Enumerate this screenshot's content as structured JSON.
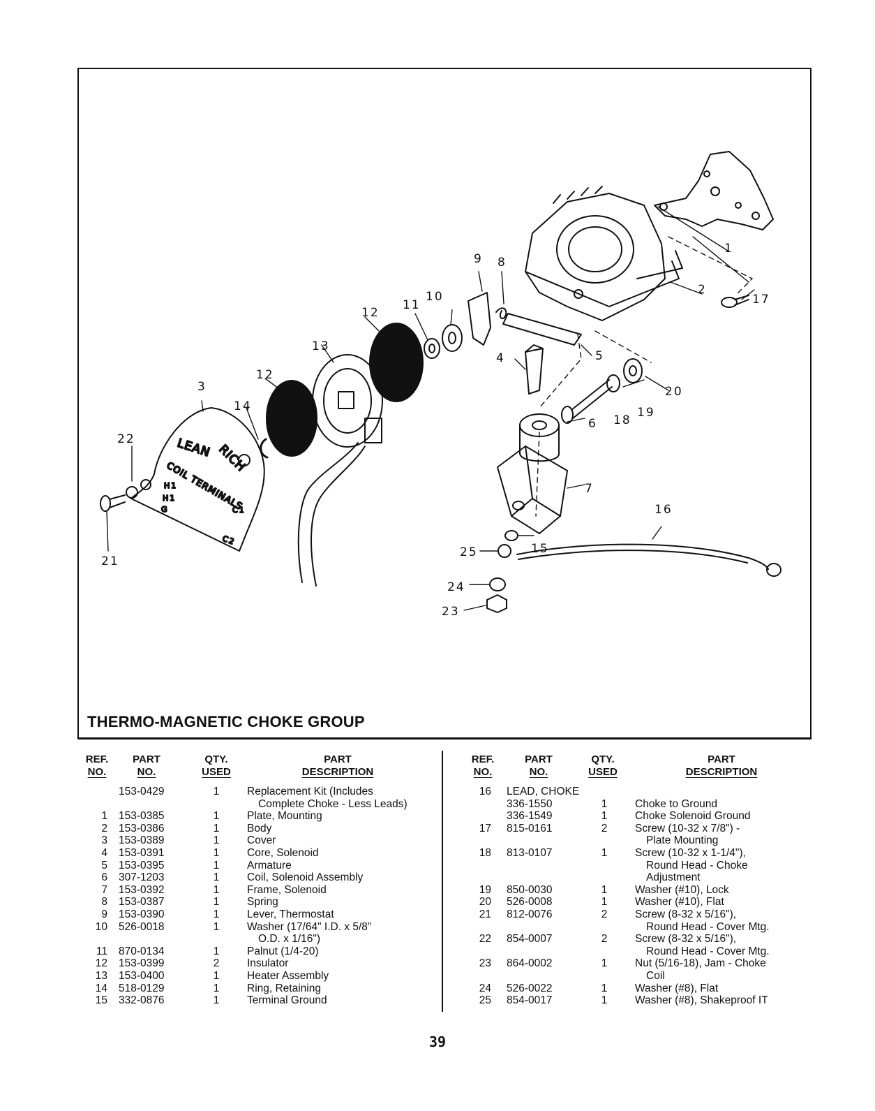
{
  "figure": {
    "title": "THERMO-MAGNETIC CHOKE GROUP",
    "callouts": [
      "1",
      "2",
      "3",
      "4",
      "5",
      "6",
      "7",
      "8",
      "9",
      "10",
      "11",
      "12",
      "12",
      "13",
      "14",
      "15",
      "16",
      "17",
      "18",
      "19",
      "20",
      "21",
      "22",
      "23",
      "24",
      "25"
    ],
    "cover_lettering": [
      "LEAN",
      "RICH",
      "COIL TERMINALS",
      "H1",
      "H1",
      "G",
      "C1",
      "C2"
    ]
  },
  "table": {
    "headers": {
      "ref": [
        "REF.",
        "NO."
      ],
      "part": [
        "PART",
        "NO."
      ],
      "qty": [
        "QTY.",
        "USED"
      ],
      "desc": [
        "PART",
        "DESCRIPTION"
      ]
    },
    "left_rows": [
      {
        "ref": "",
        "part": "153-0429",
        "qty": "1",
        "desc": "Replacement Kit (Includes",
        "cont": "Complete Choke - Less Leads)"
      },
      {
        "ref": "1",
        "part": "153-0385",
        "qty": "1",
        "desc": "Plate, Mounting"
      },
      {
        "ref": "2",
        "part": "153-0386",
        "qty": "1",
        "desc": "Body"
      },
      {
        "ref": "3",
        "part": "153-0389",
        "qty": "1",
        "desc": "Cover"
      },
      {
        "ref": "4",
        "part": "153-0391",
        "qty": "1",
        "desc": "Core, Solenoid"
      },
      {
        "ref": "5",
        "part": "153-0395",
        "qty": "1",
        "desc": "Armature"
      },
      {
        "ref": "6",
        "part": "307-1203",
        "qty": "1",
        "desc": "Coil, Solenoid Assembly"
      },
      {
        "ref": "7",
        "part": "153-0392",
        "qty": "1",
        "desc": "Frame, Solenoid"
      },
      {
        "ref": "8",
        "part": "153-0387",
        "qty": "1",
        "desc": "Spring"
      },
      {
        "ref": "9",
        "part": "153-0390",
        "qty": "1",
        "desc": "Lever, Thermostat"
      },
      {
        "ref": "10",
        "part": "526-0018",
        "qty": "1",
        "desc": "Washer (17/64\" I.D. x 5/8\"",
        "cont": "O.D. x 1/16\")"
      },
      {
        "ref": "11",
        "part": "870-0134",
        "qty": "1",
        "desc": "Palnut (1/4-20)"
      },
      {
        "ref": "12",
        "part": "153-0399",
        "qty": "2",
        "desc": "Insulator"
      },
      {
        "ref": "13",
        "part": "153-0400",
        "qty": "1",
        "desc": "Heater Assembly"
      },
      {
        "ref": "14",
        "part": "518-0129",
        "qty": "1",
        "desc": "Ring, Retaining"
      },
      {
        "ref": "15",
        "part": "332-0876",
        "qty": "1",
        "desc": "Terminal Ground"
      }
    ],
    "right_rows": [
      {
        "ref": "16",
        "part": "LEAD, CHOKE",
        "qty": "",
        "desc": ""
      },
      {
        "ref": "",
        "part": "336-1550",
        "qty": "1",
        "desc": "Choke to Ground"
      },
      {
        "ref": "",
        "part": "336-1549",
        "qty": "1",
        "desc": "Choke Solenoid Ground"
      },
      {
        "ref": "17",
        "part": "815-0161",
        "qty": "2",
        "desc": "Screw (10-32 x 7/8\") -",
        "cont": "Plate Mounting"
      },
      {
        "ref": "18",
        "part": "813-0107",
        "qty": "1",
        "desc": "Screw (10-32 x 1-1/4\"),",
        "cont": "Round Head - Choke",
        "cont2": "Adjustment"
      },
      {
        "ref": "19",
        "part": "850-0030",
        "qty": "1",
        "desc": "Washer (#10), Lock"
      },
      {
        "ref": "20",
        "part": "526-0008",
        "qty": "1",
        "desc": "Washer (#10), Flat"
      },
      {
        "ref": "21",
        "part": "812-0076",
        "qty": "2",
        "desc": "Screw (8-32 x 5/16\"),",
        "cont": "Round Head - Cover Mtg."
      },
      {
        "ref": "22",
        "part": "854-0007",
        "qty": "2",
        "desc": "Screw (8-32 x 5/16\"),",
        "cont": "Round Head - Cover Mtg."
      },
      {
        "ref": "23",
        "part": "864-0002",
        "qty": "1",
        "desc": "Nut (5/16-18), Jam - Choke",
        "cont": "Coil"
      },
      {
        "ref": "24",
        "part": "526-0022",
        "qty": "1",
        "desc": "Washer (#8), Flat"
      },
      {
        "ref": "25",
        "part": "854-0017",
        "qty": "1",
        "desc": "Washer (#8), Shakeproof IT"
      }
    ]
  },
  "page_number": "39"
}
